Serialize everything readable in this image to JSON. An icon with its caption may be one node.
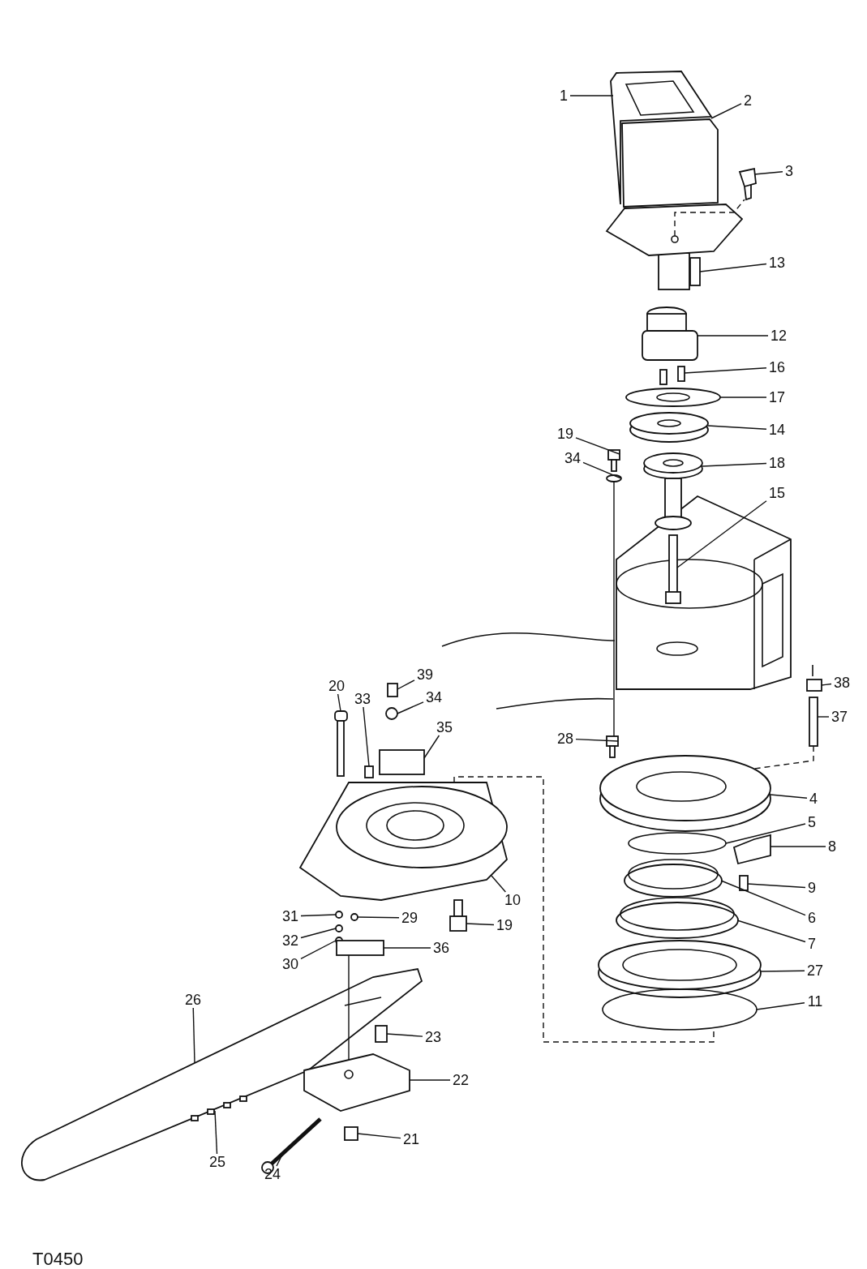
{
  "diagram": {
    "nodes": [
      {
        "text": [
          "1"
        ]
      },
      {
        "text": [
          "2"
        ]
      },
      {
        "text": [
          "3"
        ]
      },
      {
        "text": [
          "13"
        ]
      },
      {
        "text": [
          "12"
        ]
      },
      {
        "text": [
          "16"
        ]
      },
      {
        "text": [
          "17"
        ]
      },
      {
        "text": [
          "14"
        ]
      },
      {
        "text": [
          "19"
        ]
      },
      {
        "text": [
          "34"
        ]
      },
      {
        "text": [
          "18"
        ]
      },
      {
        "text": [
          "15"
        ]
      },
      {
        "text": [
          "39"
        ]
      },
      {
        "text": [
          "20"
        ]
      },
      {
        "text": [
          "33"
        ]
      },
      {
        "text": [
          "34"
        ]
      },
      {
        "text": [
          "38"
        ]
      },
      {
        "text": [
          "35"
        ]
      },
      {
        "text": [
          "37"
        ]
      },
      {
        "text": [
          "28"
        ]
      },
      {
        "text": [
          "4"
        ]
      },
      {
        "text": [
          "5"
        ]
      },
      {
        "text": [
          "8"
        ]
      },
      {
        "text": [
          "9"
        ]
      },
      {
        "text": [
          "10"
        ]
      },
      {
        "text": [
          "31"
        ]
      },
      {
        "text": [
          "29"
        ]
      },
      {
        "text": [
          "19"
        ]
      },
      {
        "text": [
          "6"
        ]
      },
      {
        "text": [
          "32"
        ]
      },
      {
        "text": [
          "30"
        ]
      },
      {
        "text": [
          "36"
        ]
      },
      {
        "text": [
          "7"
        ]
      },
      {
        "text": [
          "27"
        ]
      },
      {
        "text": [
          "26"
        ]
      },
      {
        "text": [
          "11"
        ]
      },
      {
        "text": [
          "23"
        ]
      },
      {
        "text": [
          "22"
        ]
      },
      {
        "text": [
          "21"
        ]
      },
      {
        "text": [
          "25"
        ]
      },
      {
        "text": [
          "24"
        ]
      },
      {
        "text": [],
        "shape": "picture"
      },
      {
        "text": [],
        "shape": "picture"
      },
      {
        "text": [],
        "shape": "picture"
      },
      {
        "text": [],
        "shape": "box"
      },
      {
        "text": [],
        "shape": "picture"
      },
      {
        "text": [],
        "shape": "picture"
      },
      {
        "text": [],
        "shape": "picture"
      },
      {
        "text": [],
        "shape": "picture"
      },
      {
        "text": [],
        "shape": "picture"
      },
      {
        "text": [],
        "shape": "circle"
      },
      {
        "text": [],
        "shape": "picture"
      },
      {
        "text": [],
        "shape": "picture"
      },
      {
        "text": [],
        "shape": "box"
      },
      {
        "text": [],
        "shape": "picture"
      },
      {
        "text": [],
        "shape": "box"
      },
      {
        "text": [],
        "shape": "circle"
      },
      {
        "text": [],
        "shape": "box"
      },
      {
        "text": [],
        "shape": "box"
      },
      {
        "text": [],
        "shape": "box"
      },
      {
        "text": [],
        "shape": "picture"
      },
      {
        "text": [],
        "shape": "picture"
      },
      {
        "text": [],
        "shape": "circle"
      },
      {
        "text": [],
        "shape": "picture"
      },
      {
        "text": [],
        "shape": "box"
      },
      {
        "text": [],
        "shape": "picture"
      },
      {
        "text": [],
        "shape": "circle"
      },
      {
        "text": [],
        "shape": "circle"
      },
      {
        "text": [],
        "shape": "picture"
      },
      {
        "text": [],
        "shape": "picture"
      },
      {
        "text": [],
        "shape": "circle"
      },
      {
        "text": [],
        "shape": "circle"
      },
      {
        "text": [],
        "shape": "box"
      },
      {
        "text": [],
        "shape": "picture"
      },
      {
        "text": [],
        "shape": "picture"
      },
      {
        "text": [],
        "shape": "picture"
      },
      {
        "text": [],
        "shape": "circle"
      },
      {
        "text": [],
        "shape": "box"
      },
      {
        "text": [],
        "shape": "picture"
      },
      {
        "text": [],
        "shape": "box"
      },
      {
        "text": [],
        "shape": "picture"
      },
      {
        "text": [],
        "shape": "picture"
      }
    ],
    "edges": [
      {
        "from": 0,
        "to": 41,
        "arrow": "none"
      },
      {
        "from": 1,
        "to": 42,
        "arrow": "none"
      },
      {
        "from": 2,
        "to": 43,
        "arrow": "none"
      },
      {
        "from": 3,
        "to": 44,
        "arrow": "none"
      },
      {
        "from": 4,
        "to": 45,
        "arrow": "none"
      },
      {
        "from": 5,
        "to": 46,
        "arrow": "none"
      },
      {
        "from": 6,
        "to": 47,
        "arrow": "none"
      },
      {
        "from": 7,
        "to": 48,
        "arrow": "none"
      },
      {
        "from": 8,
        "to": 49,
        "arrow": "none"
      },
      {
        "from": 9,
        "to": 50,
        "arrow": "none"
      },
      {
        "from": 10,
        "to": 51,
        "arrow": "none"
      },
      {
        "from": 11,
        "to": 52,
        "arrow": "none"
      },
      {
        "from": 12,
        "to": 53,
        "arrow": "none"
      },
      {
        "from": 13,
        "to": 54,
        "arrow": "none"
      },
      {
        "from": 14,
        "to": 55,
        "arrow": "none"
      },
      {
        "from": 15,
        "to": 56,
        "arrow": "none"
      },
      {
        "from": 16,
        "to": 57,
        "arrow": "none"
      },
      {
        "from": 17,
        "to": 58,
        "arrow": "none"
      },
      {
        "from": 18,
        "to": 59,
        "arrow": "none"
      },
      {
        "from": 19,
        "to": 60,
        "arrow": "none"
      },
      {
        "from": 20,
        "to": 61,
        "arrow": "none"
      },
      {
        "from": 21,
        "to": 62,
        "arrow": "none"
      },
      {
        "from": 22,
        "to": 63,
        "arrow": "none"
      },
      {
        "from": 23,
        "to": 64,
        "arrow": "none"
      },
      {
        "from": 24,
        "to": 65,
        "arrow": "none"
      },
      {
        "from": 25,
        "to": 66,
        "arrow": "none"
      },
      {
        "from": 26,
        "to": 67,
        "arrow": "none"
      },
      {
        "from": 27,
        "to": 68,
        "arrow": "none"
      },
      {
        "from": 28,
        "to": 69,
        "arrow": "none"
      },
      {
        "from": 29,
        "to": 70,
        "arrow": "none"
      },
      {
        "from": 30,
        "to": 71,
        "arrow": "none"
      },
      {
        "from": 31,
        "to": 72,
        "arrow": "none"
      },
      {
        "from": 32,
        "to": 73,
        "arrow": "none"
      },
      {
        "from": 33,
        "to": 74,
        "arrow": "none"
      },
      {
        "from": 34,
        "to": 75,
        "arrow": "none"
      },
      {
        "from": 35,
        "to": 76,
        "arrow": "none"
      },
      {
        "from": 36,
        "to": 77,
        "arrow": "none"
      },
      {
        "from": 37,
        "to": 78,
        "arrow": "none"
      },
      {
        "from": 38,
        "to": 79,
        "arrow": "none"
      },
      {
        "from": 39,
        "to": 80,
        "arrow": "none"
      },
      {
        "from": 40,
        "to": 81,
        "arrow": "none"
      },
      {
        "from": 42,
        "to": 43,
        "arrow": "none",
        "style": "dashed"
      },
      {
        "from": 50,
        "to": 60,
        "arrow": "none"
      },
      {
        "from": 59,
        "to": 61,
        "arrow": "none",
        "style": "dashed"
      },
      {
        "from": 65,
        "to": 76,
        "arrow": "none",
        "style": "dashed"
      },
      {
        "from": 72,
        "to": 78,
        "arrow": "none"
      }
    ],
    "labels": [
      "T0450"
    ]
  }
}
